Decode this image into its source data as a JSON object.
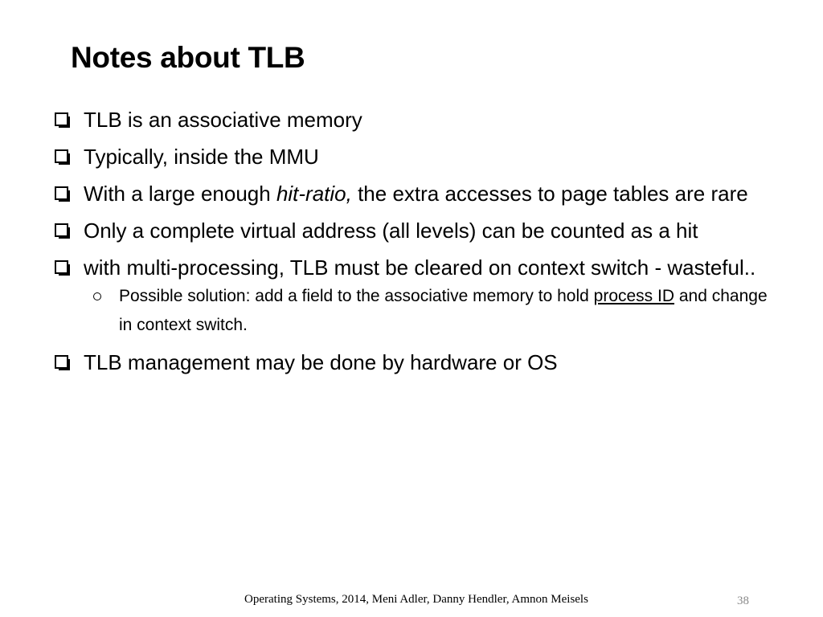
{
  "slide": {
    "title": "Notes about TLB",
    "bullets": [
      {
        "text": "TLB is an associative memory"
      },
      {
        "text": "Typically, inside the MMU"
      },
      {
        "pre": "With a large enough ",
        "em": "hit-ratio,",
        "post": " the extra accesses to page tables are rare"
      },
      {
        "text": "Only a complete virtual address (all levels) can be counted as a hit"
      },
      {
        "text": "with multi-processing, TLB must be cleared on context switch - wasteful.."
      },
      {
        "text": "TLB management may be done by hardware or OS"
      }
    ],
    "sub_bullet": {
      "pre": "Possible solution: add a field to the associative memory to hold ",
      "underlined": "process ID",
      "post": " and change in context switch."
    }
  },
  "footer": {
    "text": "Operating Systems, 2014, Meni Adler, Danny Hendler, Amnon Meisels",
    "page_number": "38"
  }
}
